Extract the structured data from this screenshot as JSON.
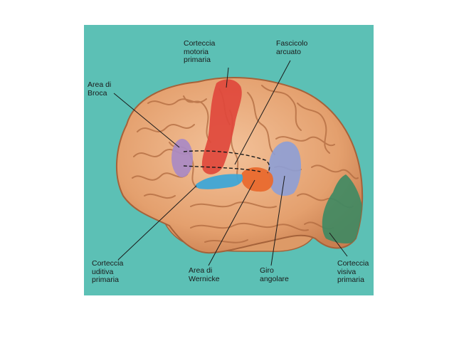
{
  "labels": {
    "motor": "Corteccia\nmotoria\nprimaria",
    "arcuate": "Fascicolo\narcuato",
    "broca": "Area di\nBroca",
    "auditory": "Corteccia\nuditiva\nprimaria",
    "wernicke": "Area di\nWernicke",
    "angular": "Giro\nangolare",
    "visual": "Corteccia\nvisiva\nprimaria"
  },
  "colors": {
    "background": "#5cc0b5",
    "brain": "#e9a673",
    "motor_cortex": "#e0483c",
    "broca_area": "#a98ac4",
    "auditory_cortex": "#3fa6d6",
    "wernicke_area": "#e96a2e",
    "angular_gyrus": "#8d9fd6",
    "visual_cortex": "#3d8a63"
  }
}
